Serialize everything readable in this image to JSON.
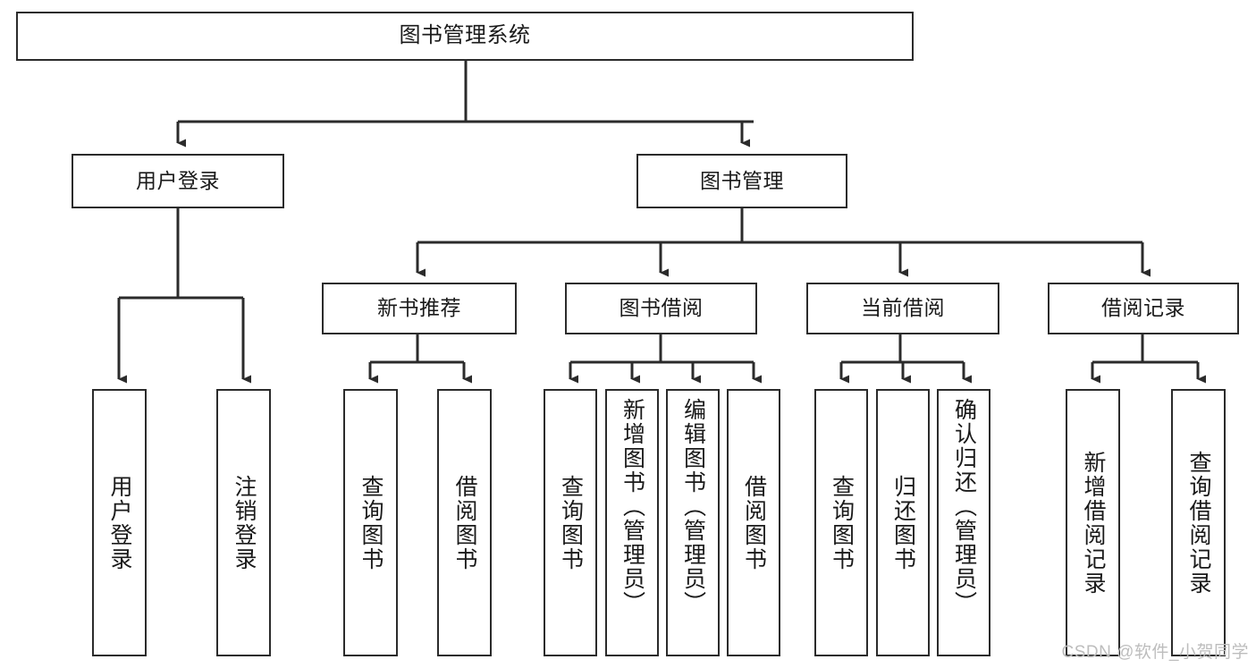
{
  "diagram": {
    "title": "图书管理系统",
    "type": "tree",
    "watermark": "CSDN @软件_小贺同学",
    "colors": {
      "node_border": "#2b2b2b",
      "node_fill": "#ffffff",
      "edge": "#2b2b2b",
      "text": "#1a1a1a",
      "watermark": "#bdbdbd",
      "background": "#ffffff"
    },
    "nodes": {
      "root": {
        "label": "图书管理系统"
      },
      "level2": [
        {
          "id": "user-login",
          "label": "用户登录"
        },
        {
          "id": "book-manage",
          "label": "图书管理"
        }
      ],
      "level3": [
        {
          "id": "new-book-recommend",
          "label": "新书推荐"
        },
        {
          "id": "book-borrow",
          "label": "图书借阅"
        },
        {
          "id": "current-borrow",
          "label": "当前借阅"
        },
        {
          "id": "borrow-record",
          "label": "借阅记录"
        }
      ],
      "leaves": {
        "user-login": [
          {
            "id": "leaf-user-login",
            "label": "用户登录"
          },
          {
            "id": "leaf-logout-login",
            "label": "注销登录"
          }
        ],
        "new-book-recommend": [
          {
            "id": "leaf-query-book-1",
            "label": "查询图书"
          },
          {
            "id": "leaf-borrow-book-1",
            "label": "借阅图书"
          }
        ],
        "book-borrow": [
          {
            "id": "leaf-query-book-2",
            "label": "查询图书"
          },
          {
            "id": "leaf-add-book-admin",
            "label": "新增图书（管理员）"
          },
          {
            "id": "leaf-edit-book-admin",
            "label": "编辑图书（管理员）"
          },
          {
            "id": "leaf-borrow-book-2",
            "label": "借阅图书"
          }
        ],
        "current-borrow": [
          {
            "id": "leaf-query-book-3",
            "label": "查询图书"
          },
          {
            "id": "leaf-return-book",
            "label": "归还图书"
          },
          {
            "id": "leaf-confirm-return-admin",
            "label": "确认归还（管理员）"
          }
        ],
        "borrow-record": [
          {
            "id": "leaf-add-borrow-record",
            "label": "新增借阅记录"
          },
          {
            "id": "leaf-query-borrow-record",
            "label": "查询借阅记录"
          }
        ]
      }
    }
  }
}
